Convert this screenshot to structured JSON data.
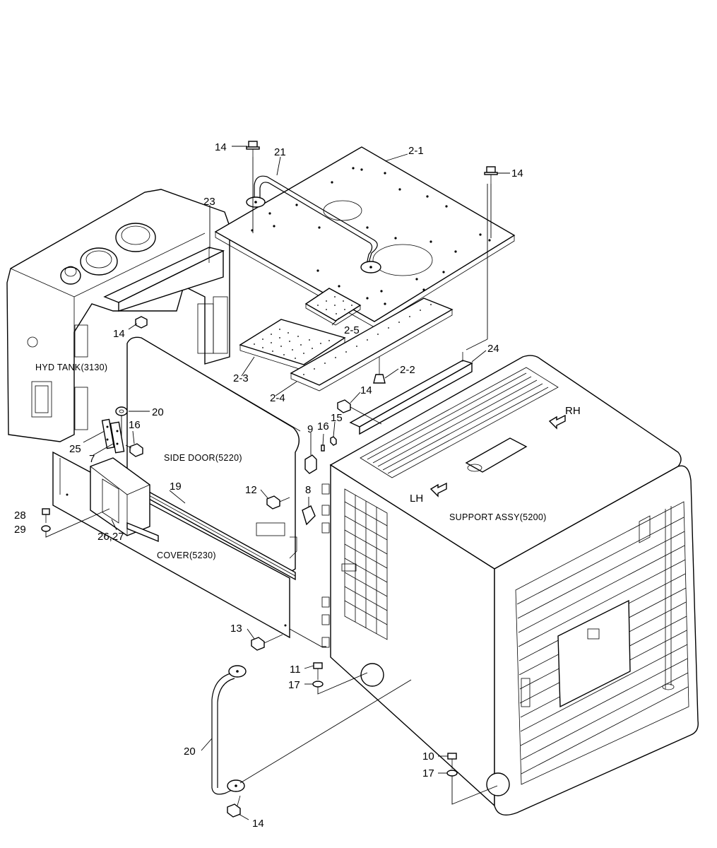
{
  "assembly_names": {
    "hyd_tank": "HYD TANK(3130)",
    "side_door": "SIDE DOOR(5220)",
    "cover": "COVER(5230)",
    "support_assy": "SUPPORT ASSY(5200)"
  },
  "directions": {
    "rh": "RH",
    "lh": "LH"
  },
  "callouts": [
    {
      "id": "c-14a",
      "text": "14"
    },
    {
      "id": "c-21",
      "text": "21"
    },
    {
      "id": "c-2-1",
      "text": "2-1"
    },
    {
      "id": "c-14b",
      "text": "14"
    },
    {
      "id": "c-23",
      "text": "23"
    },
    {
      "id": "c-14c",
      "text": "14"
    },
    {
      "id": "c-2-5",
      "text": "2-5"
    },
    {
      "id": "c-24",
      "text": "24"
    },
    {
      "id": "c-2-3",
      "text": "2-3"
    },
    {
      "id": "c-2-2",
      "text": "2-2"
    },
    {
      "id": "c-2-4",
      "text": "2-4"
    },
    {
      "id": "c-14d",
      "text": "14"
    },
    {
      "id": "c-20a",
      "text": "20"
    },
    {
      "id": "c-16a",
      "text": "16"
    },
    {
      "id": "c-25",
      "text": "25"
    },
    {
      "id": "c-7",
      "text": "7"
    },
    {
      "id": "c-9",
      "text": "9"
    },
    {
      "id": "c-16b",
      "text": "16"
    },
    {
      "id": "c-15",
      "text": "15"
    },
    {
      "id": "c-19",
      "text": "19"
    },
    {
      "id": "c-28",
      "text": "28"
    },
    {
      "id": "c-29",
      "text": "29"
    },
    {
      "id": "c-12",
      "text": "12"
    },
    {
      "id": "c-8",
      "text": "8"
    },
    {
      "id": "c-26-27",
      "text": "26,27"
    },
    {
      "id": "c-13",
      "text": "13"
    },
    {
      "id": "c-11",
      "text": "11"
    },
    {
      "id": "c-17a",
      "text": "17"
    },
    {
      "id": "c-20b",
      "text": "20"
    },
    {
      "id": "c-10",
      "text": "10"
    },
    {
      "id": "c-17b",
      "text": "17"
    },
    {
      "id": "c-14e",
      "text": "14"
    }
  ]
}
